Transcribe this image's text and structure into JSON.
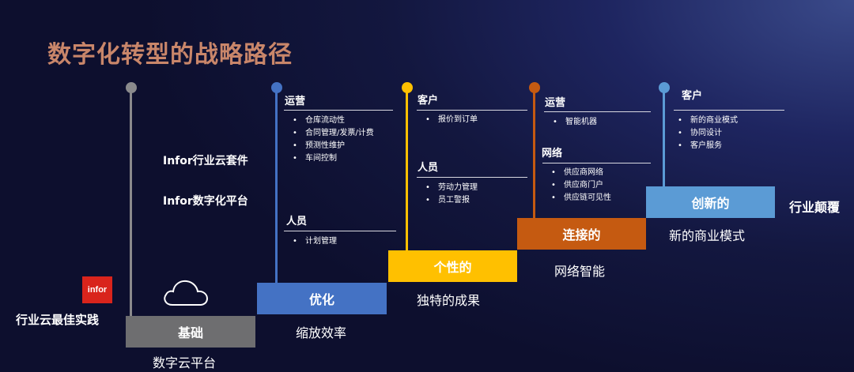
{
  "title": "数字化转型的战略路径",
  "left_labels": {
    "logo_text": "infor",
    "caption": "行业云最佳实践",
    "suite": "Infor行业云套件",
    "platform": "Infor数字化平台"
  },
  "colors": {
    "base": "#6e6e70",
    "optimize": "#4472c4",
    "personal": "#ffc000",
    "connected": "#c55a11",
    "innovative": "#5b9bd5",
    "title": "#c9866a"
  },
  "stages": [
    {
      "step_label": "基础",
      "caption": "数字云平台"
    },
    {
      "step_label": "优化",
      "caption": "缩放效率"
    },
    {
      "step_label": "个性的",
      "caption": "独特的成果"
    },
    {
      "step_label": "连接的",
      "caption": "网络智能"
    },
    {
      "step_label": "创新的",
      "caption": "新的商业模式"
    }
  ],
  "disruption_label": "行业颠覆",
  "columns": {
    "optimize": {
      "groups": [
        {
          "name": "运营",
          "items": [
            "仓库流动性",
            "合同管理/发票/计费",
            "预测性维护",
            "车间控制"
          ]
        },
        {
          "name": "人员",
          "items": [
            "计划管理"
          ]
        }
      ]
    },
    "personal": {
      "groups": [
        {
          "name": "客户",
          "items": [
            "报价到订单"
          ]
        },
        {
          "name": "人员",
          "items": [
            "劳动力管理",
            "员工警报"
          ]
        }
      ]
    },
    "connected": {
      "groups": [
        {
          "name": "运营",
          "items": [
            "智能机器"
          ]
        },
        {
          "name": "网络",
          "items": [
            "供应商网络",
            "供应商门户",
            "供应链可见性"
          ]
        }
      ]
    },
    "innovative": {
      "groups": [
        {
          "name": "客户",
          "items": [
            "新的商业模式",
            "协同设计",
            "客户服务"
          ]
        }
      ]
    }
  }
}
